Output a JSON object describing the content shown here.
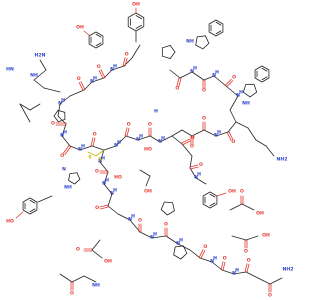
{
  "molecule": {
    "colors": {
      "bond": "#222222",
      "oxygen": "#e4342c",
      "nitrogen": "#2b3fd1",
      "sulfur": "#c9b400",
      "background": "#ffffff"
    },
    "labels": {
      "oxygen": "O",
      "hydroxyl": "OH",
      "ho": "HO",
      "nitrogen_h": "NH",
      "hn": "HN",
      "nitrogen": "N",
      "amine": "NH2",
      "h2n": "H2N",
      "sulfur": "S",
      "hydrogen": "H",
      "oxygen_h2": "O",
      "nh_h": "H"
    }
  }
}
